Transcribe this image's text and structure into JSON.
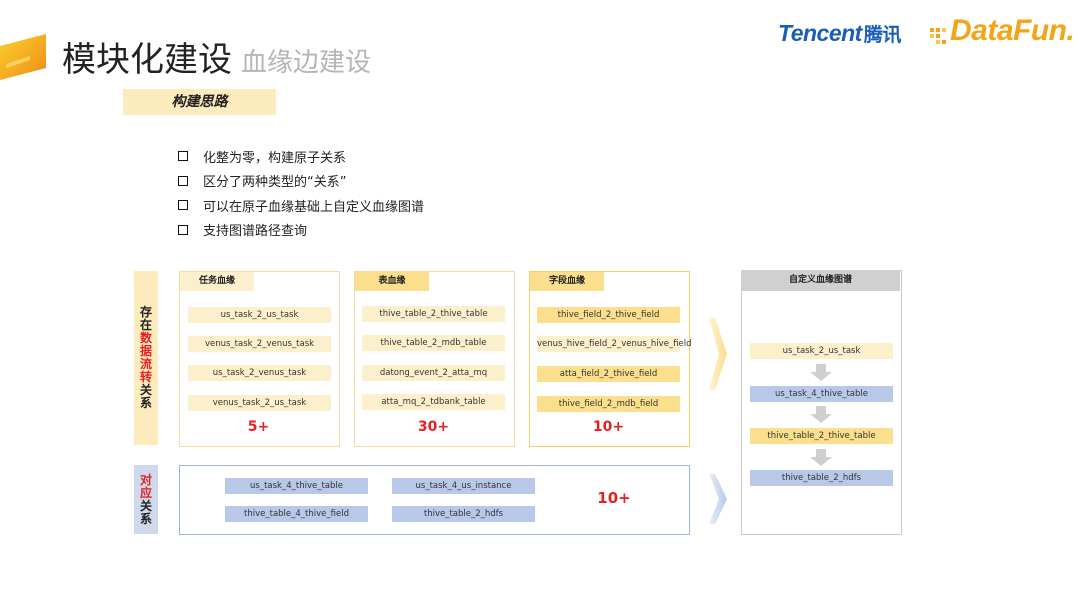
{
  "header": {
    "title_main": "模块化建设",
    "title_sub": "血缘边建设",
    "logo_tencent_en": "Tencent",
    "logo_tencent_cn": "腾讯",
    "logo_datafun": "DataFun."
  },
  "idea": {
    "label": "构建思路"
  },
  "bullets": [
    "化整为零，构建原子关系",
    "区分了两种类型的“关系”",
    "可以在原子血缘基础上自定义血缘图谱",
    "支持图谱路径查询"
  ],
  "side_top": {
    "chars": [
      {
        "t": "存",
        "red": false
      },
      {
        "t": "在",
        "red": false
      },
      {
        "t": "数",
        "red": true
      },
      {
        "t": "据",
        "red": true
      },
      {
        "t": "流",
        "red": true
      },
      {
        "t": "转",
        "red": true
      },
      {
        "t": "关",
        "red": false
      },
      {
        "t": "系",
        "red": false
      }
    ]
  },
  "side_bot": {
    "chars": [
      {
        "t": "对",
        "red": true
      },
      {
        "t": "应",
        "red": true
      },
      {
        "t": "关",
        "red": false
      },
      {
        "t": "系",
        "red": false
      }
    ]
  },
  "task_group": {
    "tab": "任务血缘",
    "items": [
      "us_task_2_us_task",
      "venus_task_2_venus_task",
      "us_task_2_venus_task",
      "venus_task_2_us_task"
    ],
    "count": "5+"
  },
  "table_group": {
    "tab": "表血缘",
    "items": [
      "thive_table_2_thive_table",
      "thive_table_2_mdb_table",
      "datong_event_2_atta_mq",
      "atta_mq_2_tdbank_table"
    ],
    "count": "30+"
  },
  "field_group": {
    "tab": "字段血缘",
    "items": [
      "thive_field_2_thive_field",
      "venus_hive_field_2_venus_hive_field",
      "atta_field_2_thive_field",
      "thive_field_2_mdb_field"
    ],
    "count": "10+"
  },
  "relation_group": {
    "items": [
      "us_task_4_thive_table",
      "thive_table_4_thive_field",
      "us_task_4_us_instance",
      "thive_table_2_hdfs"
    ],
    "count": "10+"
  },
  "custom_group": {
    "title": "自定义血缘图谱",
    "items": [
      "us_task_2_us_task",
      "us_task_4_thive_table",
      "thive_table_2_thive_table",
      "thive_table_2_hdfs"
    ]
  },
  "colors": {
    "accent_yellow": "#fcdf8c",
    "light_yellow": "#fcefcc",
    "accent_blue": "#b8c8e8",
    "highlight_red": "#e52020",
    "brand_blue": "#1b5fb5",
    "brand_orange": "#f2a516"
  }
}
